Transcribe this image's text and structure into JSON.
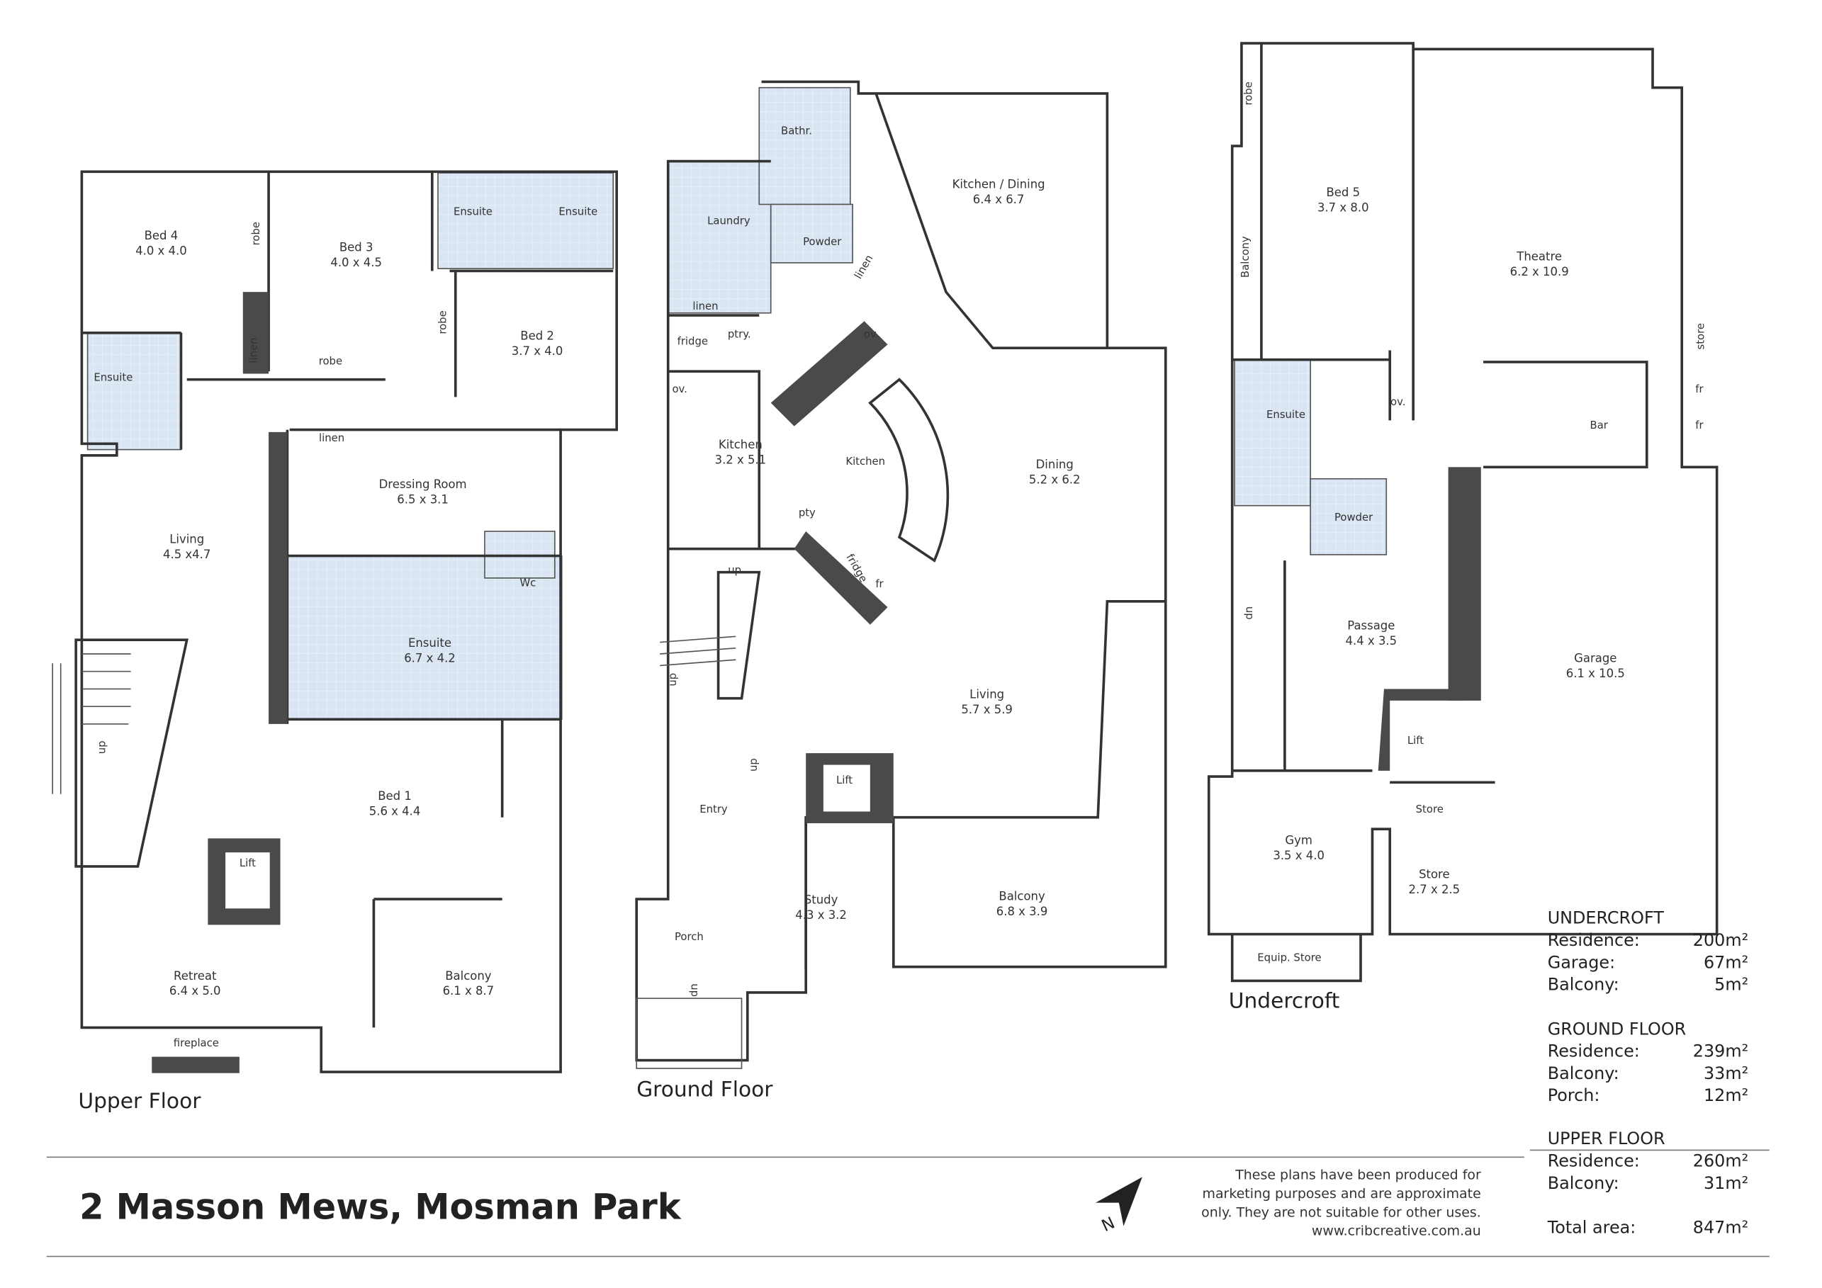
{
  "title": "2 Masson Mews, Mosman Park",
  "disclaimer": [
    "These plans have been produced for",
    "marketing purposes and are approximate",
    "only. They are not suitable for other uses.",
    "www.cribcreative.com.au"
  ],
  "compass_label": "N",
  "floors": {
    "upper": {
      "label": "Upper Floor",
      "rooms": [
        [
          "Bed 4",
          "4.0 x 4.0"
        ],
        [
          "robe",
          ""
        ],
        [
          "Bed 3",
          "4.0 x 4.5"
        ],
        [
          "Ensuite",
          ""
        ],
        [
          "Ensuite",
          ""
        ],
        [
          "Bed 2",
          "3.7 x 4.0"
        ],
        [
          "Ensuite",
          ""
        ],
        [
          "linen",
          ""
        ],
        [
          "robe",
          ""
        ],
        [
          "robe",
          ""
        ],
        [
          "linen",
          ""
        ],
        [
          "Dressing Room",
          "6.5 x 3.1"
        ],
        [
          "Living",
          "4.5 x4.7"
        ],
        [
          "Wc",
          ""
        ],
        [
          "Ensuite",
          "6.7 x 4.2"
        ],
        [
          "Bed 1",
          "5.6 x 4.4"
        ],
        [
          "Lift",
          ""
        ],
        [
          "Retreat",
          "6.4 x 5.0"
        ],
        [
          "Balcony",
          "6.1 x 8.7"
        ],
        [
          "fireplace",
          ""
        ],
        [
          "up",
          ""
        ]
      ]
    },
    "ground": {
      "label": "Ground Floor",
      "rooms": [
        [
          "Bathr.",
          ""
        ],
        [
          "Laundry",
          ""
        ],
        [
          "Powder",
          ""
        ],
        [
          "linen",
          ""
        ],
        [
          "linen",
          ""
        ],
        [
          "Kitchen / Dining",
          "6.4 x 6.7"
        ],
        [
          "fridge",
          ""
        ],
        [
          "ptry.",
          ""
        ],
        [
          "ov.",
          ""
        ],
        [
          "ov.",
          ""
        ],
        [
          "Kitchen",
          "3.2 x 5.1"
        ],
        [
          "Kitchen",
          ""
        ],
        [
          "Dining",
          "5.2 x 6.2"
        ],
        [
          "pty",
          ""
        ],
        [
          "fridge",
          ""
        ],
        [
          "fr",
          ""
        ],
        [
          "up",
          ""
        ],
        [
          "up",
          ""
        ],
        [
          "Living",
          "5.7 x 5.9"
        ],
        [
          "up",
          ""
        ],
        [
          "Lift",
          ""
        ],
        [
          "Entry",
          ""
        ],
        [
          "Study",
          "4.3 x 3.2"
        ],
        [
          "Balcony",
          "6.8 x 3.9"
        ],
        [
          "Porch",
          ""
        ],
        [
          "up",
          ""
        ]
      ]
    },
    "undercroft": {
      "label": "Undercroft",
      "rooms": [
        [
          "robe",
          ""
        ],
        [
          "Bed 5",
          "3.7 x 8.0"
        ],
        [
          "Balcony",
          ""
        ],
        [
          "Theatre",
          "6.2 x 10.9"
        ],
        [
          "store",
          ""
        ],
        [
          "Ensuite",
          ""
        ],
        [
          "ov.",
          ""
        ],
        [
          "Bar",
          ""
        ],
        [
          "fr",
          ""
        ],
        [
          "fr",
          ""
        ],
        [
          "Powder",
          ""
        ],
        [
          "Passage",
          "4.4 x 3.5"
        ],
        [
          "up",
          ""
        ],
        [
          "Garage",
          "6.1 x 10.5"
        ],
        [
          "Lift",
          ""
        ],
        [
          "Store",
          ""
        ],
        [
          "Gym",
          "3.5 x 4.0"
        ],
        [
          "Store",
          "2.7 x 2.5"
        ],
        [
          "Equip. Store",
          ""
        ]
      ]
    }
  },
  "areas": [
    {
      "heading": "UNDERCROFT",
      "rows": [
        [
          "Residence:",
          "200m²"
        ],
        [
          "Garage:",
          "67m²"
        ],
        [
          "Balcony:",
          "5m²"
        ]
      ]
    },
    {
      "heading": "GROUND FLOOR",
      "rows": [
        [
          "Residence:",
          "239m²"
        ],
        [
          "Balcony:",
          "33m²"
        ],
        [
          "Porch:",
          "12m²"
        ]
      ]
    },
    {
      "heading": "UPPER FLOOR",
      "rows": [
        [
          "Residence:",
          "260m²"
        ],
        [
          "Balcony:",
          "31m²"
        ]
      ]
    }
  ],
  "total": {
    "label": "Total area:",
    "value": "847m²"
  }
}
